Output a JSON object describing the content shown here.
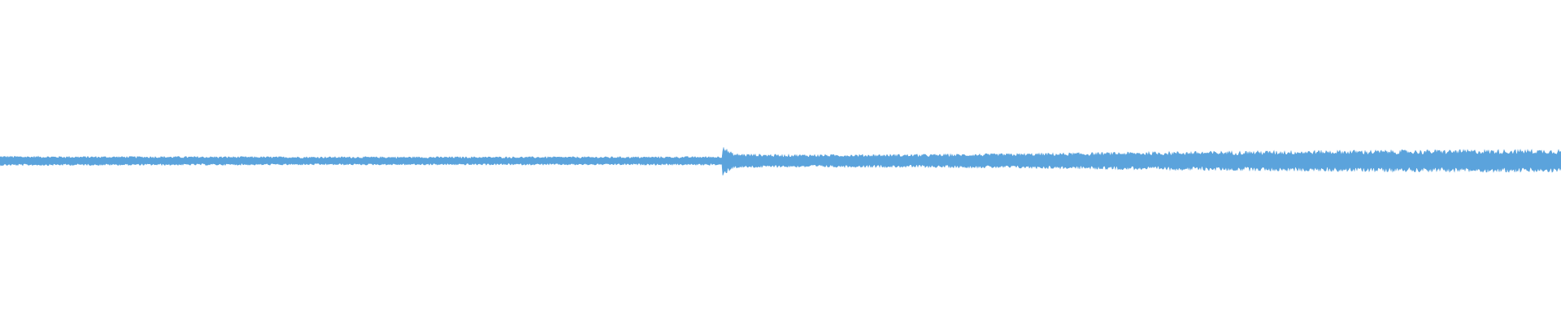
{
  "chart_data": {
    "type": "area",
    "title": "",
    "xlabel": "",
    "ylabel": "",
    "grid": false,
    "legend": "none",
    "color": "#5ba3dc",
    "background": "#ffffff",
    "ylim": [
      -1,
      1
    ],
    "xlim": [
      0,
      1
    ],
    "envelope": {
      "x": [
        0.0,
        0.05,
        0.1,
        0.15,
        0.2,
        0.25,
        0.3,
        0.35,
        0.4,
        0.45,
        0.4625,
        0.463,
        0.466,
        0.47,
        0.5,
        0.55,
        0.6,
        0.65,
        0.7,
        0.75,
        0.8,
        0.85,
        0.9,
        0.95,
        1.0
      ],
      "amplitude": [
        0.03,
        0.028,
        0.028,
        0.027,
        0.026,
        0.026,
        0.026,
        0.026,
        0.026,
        0.027,
        0.028,
        0.11,
        0.07,
        0.045,
        0.04,
        0.04,
        0.042,
        0.046,
        0.052,
        0.058,
        0.062,
        0.066,
        0.068,
        0.07,
        0.072
      ]
    }
  }
}
